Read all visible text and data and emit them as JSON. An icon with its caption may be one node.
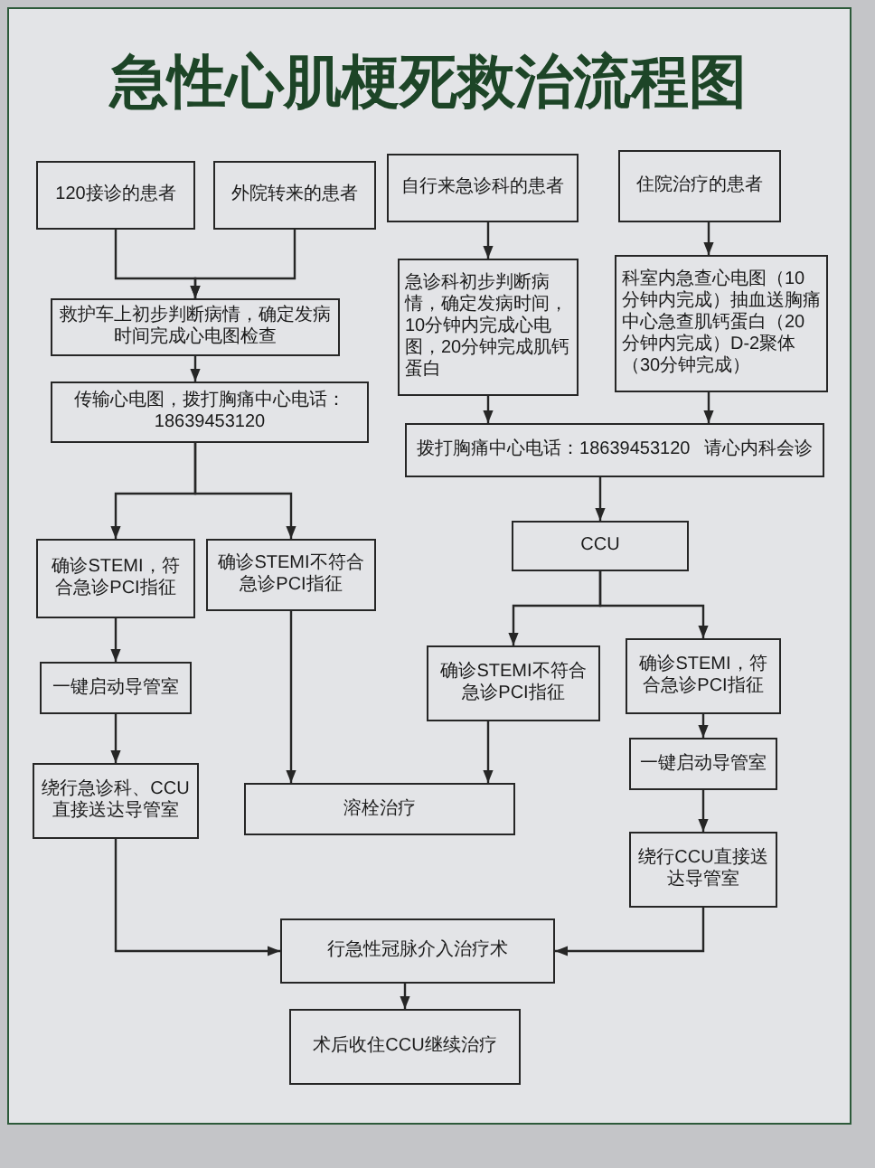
{
  "diagram": {
    "title": "急性心肌梗死救治流程图",
    "nodes": [
      {
        "text": [
          "120接诊的患者"
        ]
      },
      {
        "text": [
          "外院转来的患者"
        ]
      },
      {
        "text": [
          "自行来急诊科的患者"
        ]
      },
      {
        "text": [
          "住院治疗的患者"
        ]
      },
      {
        "text": [
          "救护车上初步判断病情，确定发病时间完成心电图检查"
        ]
      },
      {
        "text": [
          "急诊科初步判断病情，确定发病时间，10分钟内完成心电图，20分钟完成肌钙蛋白"
        ]
      },
      {
        "text": [
          "科室内急查心电图（10分钟内完成）抽血送胸痛中心急查肌钙蛋白（20分钟内完成）D-2聚体（30分钟完成）"
        ]
      },
      {
        "text": [
          "传输心电图，拨打胸痛中心电话：18639453120"
        ]
      },
      {
        "text": [
          "拨打胸痛中心电话：18639453120 请心内科会诊"
        ]
      },
      {
        "text": [
          "确诊STEMI，符合急诊PCI指征"
        ]
      },
      {
        "text": [
          "确诊STEMI不符合急诊PCI指征"
        ]
      },
      {
        "text": [
          "CCU"
        ]
      },
      {
        "text": [
          "确诊STEMI不符合急诊PCI指征"
        ]
      },
      {
        "text": [
          "确诊STEMI，符合急诊PCI指征"
        ]
      },
      {
        "text": [
          "一键启动导管室"
        ]
      },
      {
        "text": [
          "一键启动导管室"
        ]
      },
      {
        "text": [
          "绕行急诊科、CCU直接送达导管室"
        ]
      },
      {
        "text": [
          "溶栓治疗"
        ]
      },
      {
        "text": [
          "绕行CCU直接送达导管室"
        ]
      },
      {
        "text": [
          "行急性冠脉介入治疗术"
        ]
      },
      {
        "text": [
          "术后收住CCU继续治疗"
        ]
      }
    ],
    "edges": [
      {
        "from": 0,
        "to": 4,
        "arrow": "to"
      },
      {
        "from": 1,
        "to": 4,
        "arrow": "to"
      },
      {
        "from": 2,
        "to": 5,
        "arrow": "to"
      },
      {
        "from": 3,
        "to": 6,
        "arrow": "to"
      },
      {
        "from": 4,
        "to": 7,
        "arrow": "to"
      },
      {
        "from": 5,
        "to": 8,
        "arrow": "to"
      },
      {
        "from": 6,
        "to": 8,
        "arrow": "to"
      },
      {
        "from": 7,
        "to": 9,
        "arrow": "to"
      },
      {
        "from": 7,
        "to": 10,
        "arrow": "to"
      },
      {
        "from": 8,
        "to": 11,
        "arrow": "to"
      },
      {
        "from": 11,
        "to": 12,
        "arrow": "to"
      },
      {
        "from": 11,
        "to": 13,
        "arrow": "to"
      },
      {
        "from": 9,
        "to": 14,
        "arrow": "to"
      },
      {
        "from": 13,
        "to": 15,
        "arrow": "to"
      },
      {
        "from": 14,
        "to": 16,
        "arrow": "to"
      },
      {
        "from": 15,
        "to": 18,
        "arrow": "to"
      },
      {
        "from": 10,
        "to": 17,
        "arrow": "to"
      },
      {
        "from": 12,
        "to": 17,
        "arrow": "to"
      },
      {
        "from": 16,
        "to": 19,
        "arrow": "to"
      },
      {
        "from": 18,
        "to": 19,
        "arrow": "to"
      },
      {
        "from": 19,
        "to": 20,
        "arrow": "to"
      }
    ]
  }
}
